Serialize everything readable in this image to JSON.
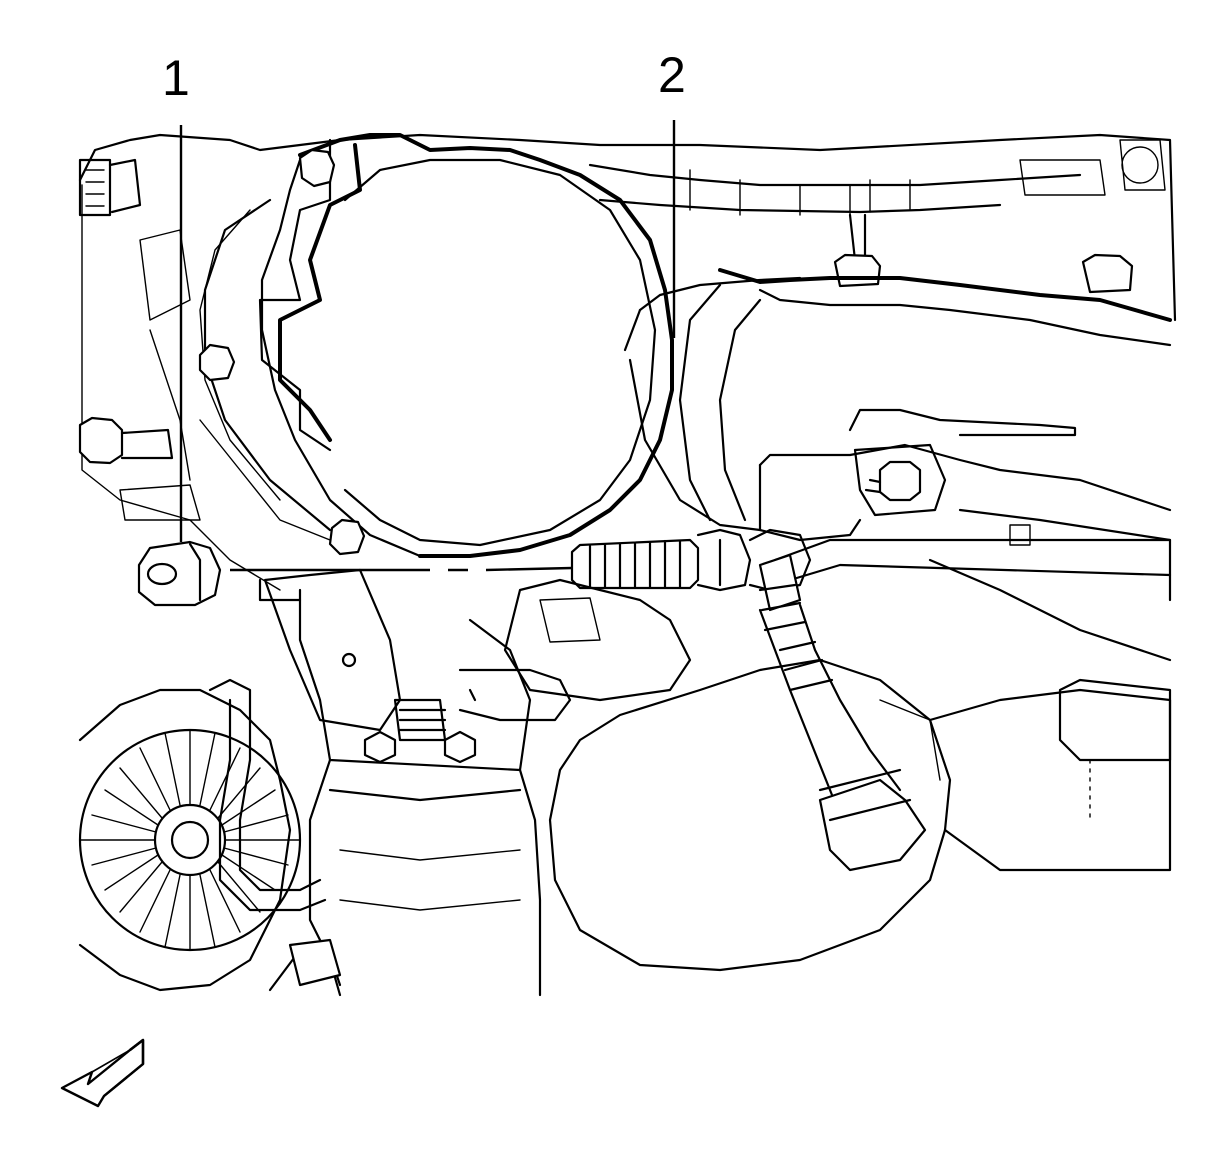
{
  "callouts": [
    {
      "label": "1",
      "part": "nut"
    },
    {
      "label": "2",
      "part": "catalytic-converter"
    }
  ],
  "colors": {
    "ink": "#000000",
    "paper": "#ffffff"
  },
  "icons": {
    "orientation": "direction-arrow-icon"
  }
}
